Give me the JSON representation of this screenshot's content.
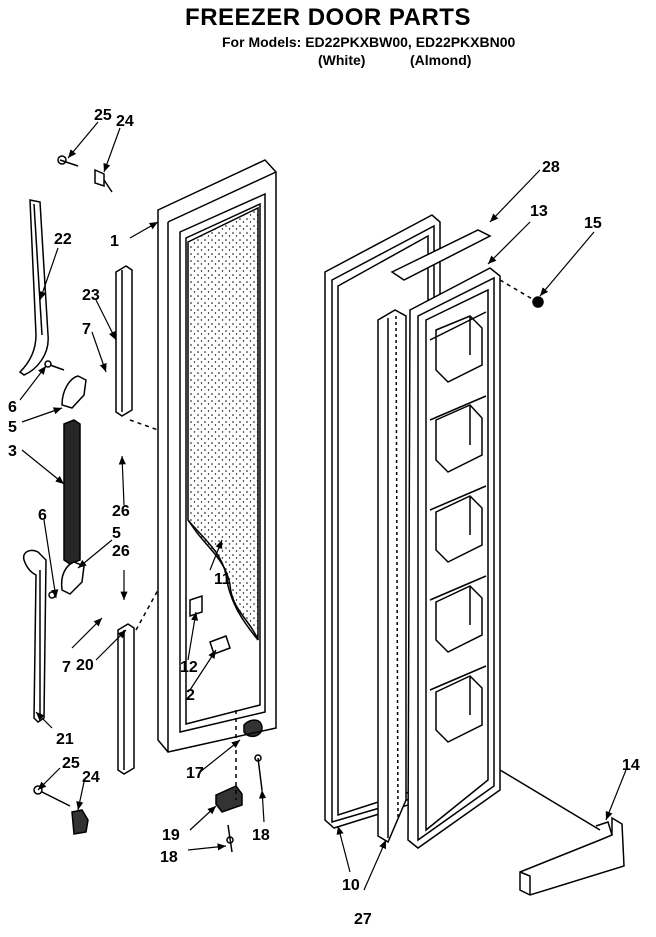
{
  "header": {
    "title": "FREEZER DOOR PARTS",
    "models_line": "For Models: ED22PKXBW00, ED22PKXBN00",
    "variant_white": "(White)",
    "variant_almond": "(Almond)"
  },
  "callouts": [
    {
      "id": "c25a",
      "text": "25"
    },
    {
      "id": "c24a",
      "text": "24"
    },
    {
      "id": "c22",
      "text": "22"
    },
    {
      "id": "c1",
      "text": "1"
    },
    {
      "id": "c23",
      "text": "23"
    },
    {
      "id": "c7a",
      "text": "7"
    },
    {
      "id": "c6a",
      "text": "6"
    },
    {
      "id": "c5a",
      "text": "5"
    },
    {
      "id": "c3",
      "text": "3"
    },
    {
      "id": "c26a",
      "text": "26"
    },
    {
      "id": "c6b",
      "text": "6"
    },
    {
      "id": "c5b",
      "text": "5"
    },
    {
      "id": "c26b",
      "text": "26"
    },
    {
      "id": "c11",
      "text": "11"
    },
    {
      "id": "c12",
      "text": "12"
    },
    {
      "id": "c2",
      "text": "2"
    },
    {
      "id": "c7b",
      "text": "7"
    },
    {
      "id": "c20",
      "text": "20"
    },
    {
      "id": "c21",
      "text": "21"
    },
    {
      "id": "c25b",
      "text": "25"
    },
    {
      "id": "c24b",
      "text": "24"
    },
    {
      "id": "c17",
      "text": "17"
    },
    {
      "id": "c19",
      "text": "19"
    },
    {
      "id": "c18a",
      "text": "18"
    },
    {
      "id": "c18b",
      "text": "18"
    },
    {
      "id": "c28",
      "text": "28"
    },
    {
      "id": "c13",
      "text": "13"
    },
    {
      "id": "c15",
      "text": "15"
    },
    {
      "id": "c10",
      "text": "10"
    },
    {
      "id": "c27",
      "text": "27"
    },
    {
      "id": "c14",
      "text": "14"
    }
  ]
}
